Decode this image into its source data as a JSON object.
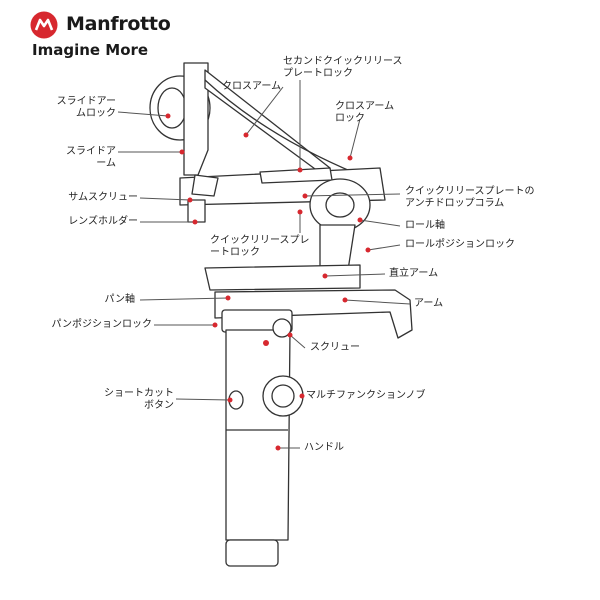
{
  "brand": {
    "name": "Manfrotto",
    "tagline": "Imagine More"
  },
  "colors": {
    "brand_red": "#d7282f",
    "line": "#555555",
    "outline": "#333333"
  },
  "labels": {
    "slide_arm_lock": "スライドアー\nムロック",
    "slide_arm": "スライドア\nーム",
    "thumb_screw": "サムスクリュー",
    "lens_holder": "レンズホルダー",
    "cross_arm": "クロスアーム",
    "second_qr_lock": "セカンドクイックリリース\nプレートロック",
    "cross_arm_lock": "クロスアーム\nロック",
    "qr_antidrop": "クイックリリースプレートの\nアンチドロップコラム",
    "qr_plate_lock": "クイックリリースプレ\nートロック",
    "roll_axis": "ロール軸",
    "roll_position_lock": "ロールポジションロック",
    "upright_arm": "直立アーム",
    "pan_axis": "パン軸",
    "arm": "アーム",
    "pan_position_lock": "パンポジションロック",
    "screw": "スクリュー",
    "shortcut_button": "ショートカット\nボタン",
    "multifunction_knob": "マルチファンクションノブ",
    "handle": "ハンドル"
  }
}
